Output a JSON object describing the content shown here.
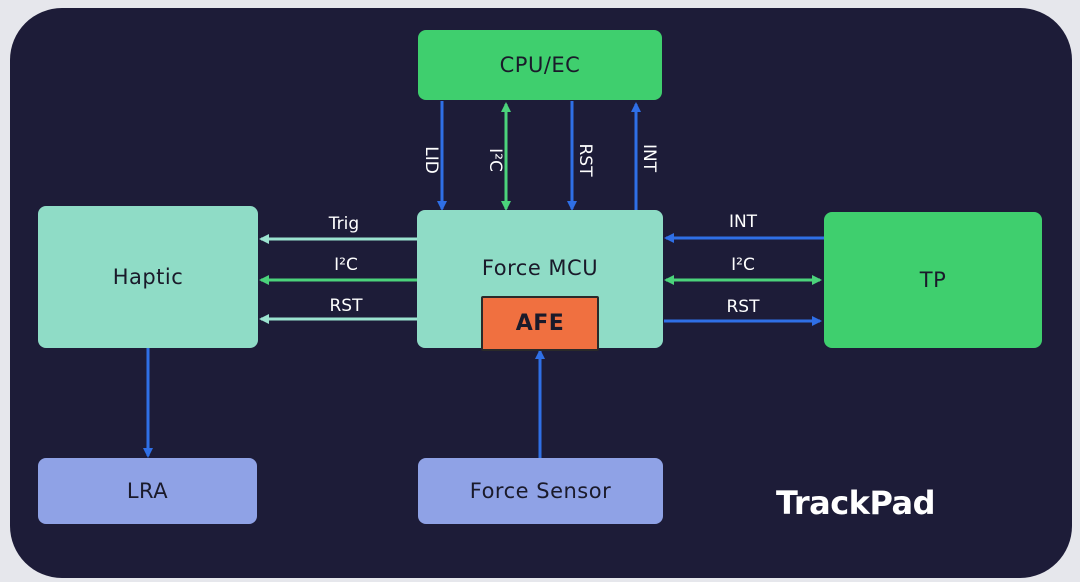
{
  "blocks": {
    "cpu_ec": "CPU/EC",
    "haptic": "Haptic",
    "force_mcu": "Force MCU",
    "afe": "AFE",
    "tp": "TP",
    "lra": "LRA",
    "force_sensor": "Force Sensor"
  },
  "signals": {
    "cpu_lid": "LID",
    "cpu_i2c": "I²C",
    "cpu_rst": "RST",
    "cpu_int": "INT",
    "haptic_trig": "Trig",
    "haptic_i2c": "I²C",
    "haptic_rst": "RST",
    "tp_int": "INT",
    "tp_i2c": "I²C",
    "tp_rst": "RST"
  },
  "brand": "TrackPad",
  "colors": {
    "background": "#1d1c38",
    "green_block": "#3fcf6e",
    "teal_block": "#8fdcc6",
    "periwinkle_block": "#8fa2e6",
    "afe_block": "#f07040",
    "blue_arrow": "#2f6fe6",
    "green_arrow": "#4bd37b",
    "teal_arrow": "#9be3d0"
  }
}
